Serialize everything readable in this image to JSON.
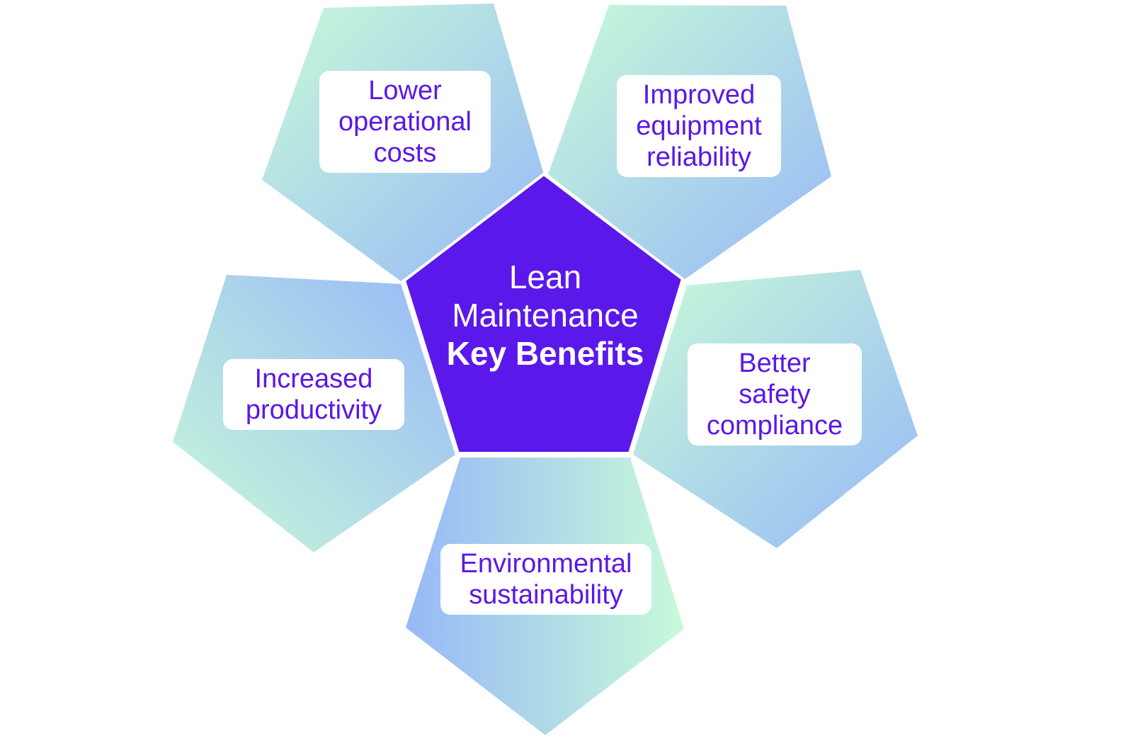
{
  "diagram": {
    "center": {
      "line1": "Lean",
      "line2": "Maintenance",
      "line3": "Key Benefits",
      "color": "#5b18eb"
    },
    "petals": [
      {
        "id": "top-left",
        "lines": [
          "Lower",
          "operational",
          "costs"
        ]
      },
      {
        "id": "top-right",
        "lines": [
          "Improved",
          "equipment",
          "reliability"
        ]
      },
      {
        "id": "right",
        "lines": [
          "Better",
          "safety",
          "compliance"
        ]
      },
      {
        "id": "bottom",
        "lines": [
          "Environmental",
          "sustainability"
        ]
      },
      {
        "id": "left",
        "lines": [
          "Increased",
          "productivity"
        ]
      }
    ],
    "colors": {
      "gradient_green": "#c8fad8",
      "gradient_blue": "#97b8f8",
      "label_text": "#5b18e6"
    }
  }
}
